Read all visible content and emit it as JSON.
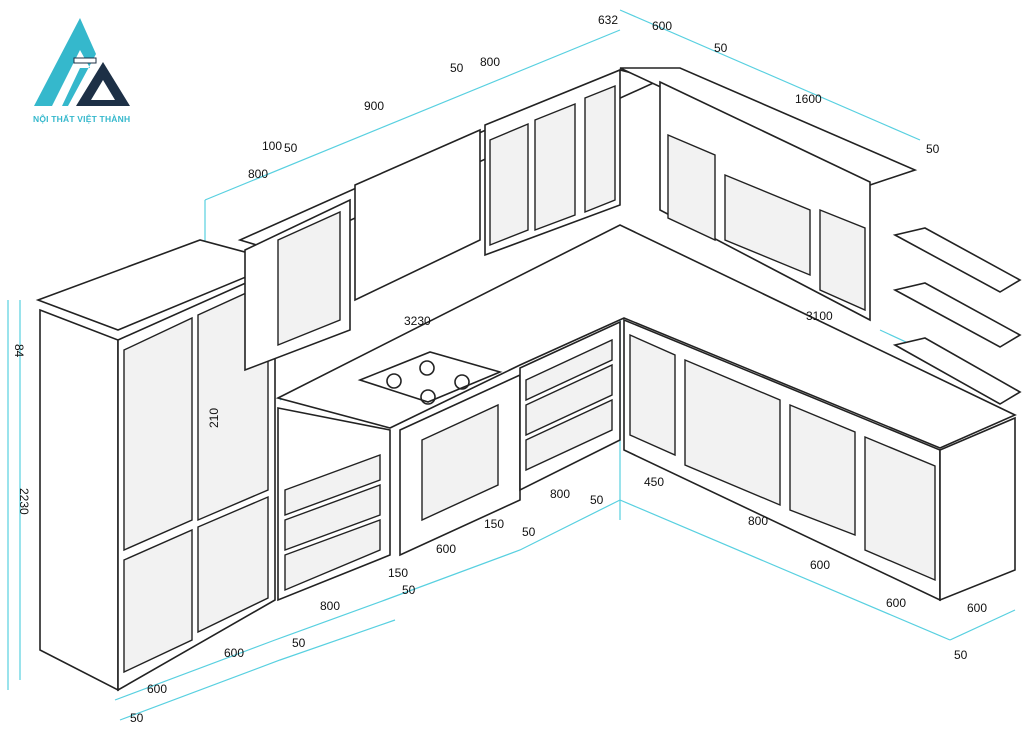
{
  "logo": {
    "brand": "NỘI THẤT VIỆT THÀNH",
    "colors": {
      "teal": "#35b8cc",
      "navy": "#1d3046"
    }
  },
  "drawing": {
    "line_color": "#222222",
    "dimension_color": "#58d0e0",
    "dimensions": [
      "632",
      "600",
      "50",
      "1600",
      "50",
      "800",
      "50",
      "900",
      "100",
      "50",
      "800",
      "84",
      "2230",
      "210",
      "3230",
      "3100",
      "450",
      "800",
      "50",
      "150",
      "50",
      "600",
      "800",
      "600",
      "600",
      "600",
      "50",
      "150",
      "50",
      "800",
      "600",
      "50",
      "600",
      "50"
    ]
  }
}
